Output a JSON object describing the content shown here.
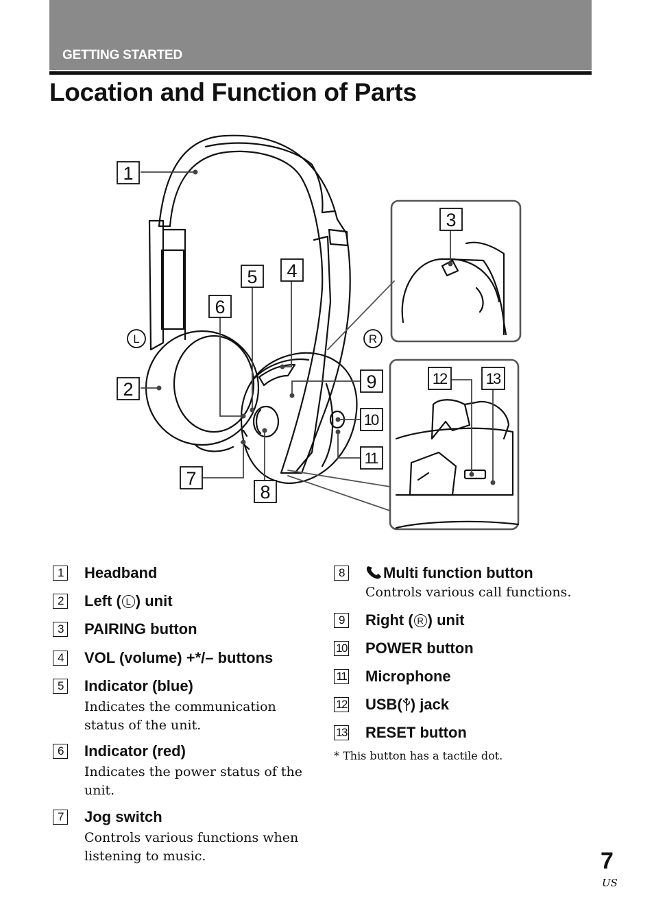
{
  "header": {
    "section": "GETTING STARTED",
    "title": "Location and Function of Parts"
  },
  "diagram": {
    "callouts": [
      "1",
      "2",
      "3",
      "4",
      "5",
      "6",
      "7",
      "8",
      "9",
      "10",
      "11",
      "12",
      "13"
    ],
    "left_marker": "L",
    "right_marker": "R"
  },
  "parts": [
    {
      "num": "1",
      "name": "Headband",
      "desc": ""
    },
    {
      "num": "2",
      "name_before": "Left (",
      "name_circle": "L",
      "name_after": ") unit",
      "desc": ""
    },
    {
      "num": "3",
      "name": "PAIRING button",
      "desc": ""
    },
    {
      "num": "4",
      "name": "VOL (volume) +*/– buttons",
      "desc": ""
    },
    {
      "num": "5",
      "name": "Indicator (blue)",
      "desc": "Indicates the communication status of the unit."
    },
    {
      "num": "6",
      "name": "Indicator (red)",
      "desc": "Indicates the power status of the unit."
    },
    {
      "num": "7",
      "name": "Jog switch",
      "desc": "Controls various functions when listening to music."
    },
    {
      "num": "8",
      "name": "Multi function button",
      "icon": "phone-icon",
      "desc": "Controls various call functions."
    },
    {
      "num": "9",
      "name_before": "Right (",
      "name_circle": "R",
      "name_after": ") unit",
      "desc": ""
    },
    {
      "num": "10",
      "name": "POWER button",
      "desc": ""
    },
    {
      "num": "11",
      "name": "Microphone",
      "desc": ""
    },
    {
      "num": "12",
      "name_before": "USB(",
      "name_after": ") jack",
      "icon": "usb-icon",
      "desc": ""
    },
    {
      "num": "13",
      "name": "RESET button",
      "desc": ""
    }
  ],
  "footnote": "* This button has a tactile dot.",
  "page": {
    "number": "7",
    "locale": "US"
  }
}
